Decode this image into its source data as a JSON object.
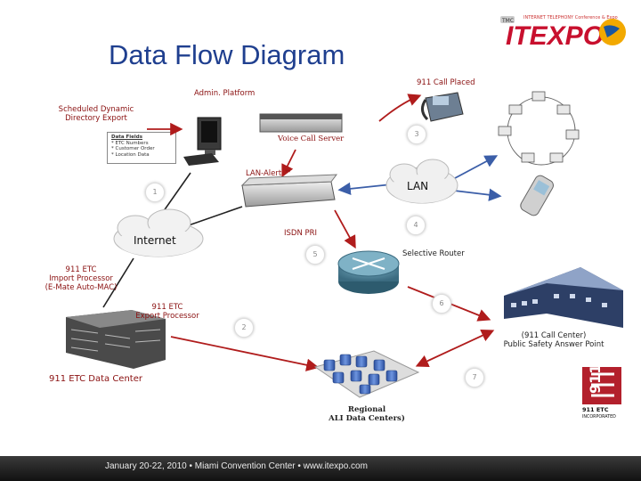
{
  "title": "Data Flow Diagram",
  "logo": {
    "text": "ITEXPO",
    "tagline": "INTERNET TELEPHONY Conference & Expo",
    "badge": "TMC"
  },
  "labels": {
    "admin_platform": "Admin. Platform",
    "call_placed": "911 Call Placed",
    "scheduled_export_line1": "Scheduled Dynamic",
    "scheduled_export_line2": "Directory Export",
    "voice_call_server": "Voice Call Server",
    "lan_alert": "LAN-Alert ™",
    "lan": "LAN",
    "internet": "Internet",
    "isdn_pri": "ISDN PRI",
    "selective_router": "Selective Router",
    "import_line1": "911 ETC",
    "import_line2": "Import Processor",
    "import_line3": "(E-Mate Auto-MAC)",
    "export_line1": "911 ETC",
    "export_line2": "Export Processor",
    "psap_line1": "(911 Call Center)",
    "psap_line2": "Public Safety Answer Point",
    "data_center": "911 ETC Data Center",
    "regional_line1": "Regional",
    "regional_line2": "ALI Data Centers)",
    "etc_logo_big": "911",
    "etc_logo_line1": "911 ETC",
    "etc_logo_line2": "INCORPORATED"
  },
  "data_fields_box": {
    "title": "Data Fields",
    "items": [
      "* ETC Numbers",
      "* Customer Order",
      "* Location Data"
    ]
  },
  "step_numbers": [
    "1",
    "2",
    "3",
    "4",
    "5",
    "6",
    "7"
  ],
  "footer": "January 20-22, 2010 • Miami Convention Center • www.itexpo.com",
  "colors": {
    "title": "#1f3f8f",
    "arrow_red": "#b01c1c",
    "arrow_blue": "#3b5ea8",
    "footer_bg": "#1a1a1a"
  }
}
